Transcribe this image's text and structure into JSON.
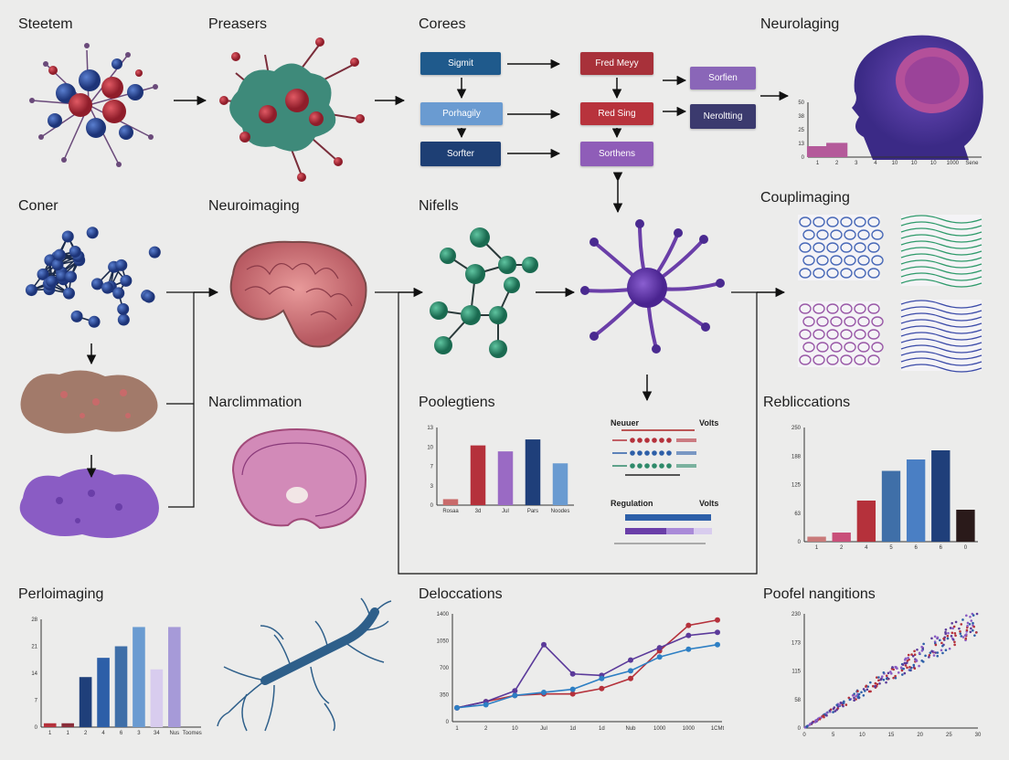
{
  "titles": {
    "t1": "Steetem",
    "t2": "Preasers",
    "t3": "Corees",
    "t4": "Neurolaging",
    "t5": "Coner",
    "t6": "Neuroimaging",
    "t7": "Nifells",
    "t8": "Couplimaging",
    "t9": "Narclimmation",
    "t10": "Poolegtiens",
    "t11": "Rebliccations",
    "t12": "Perloimaging",
    "t13": "Deloccations",
    "t14": "Poofel nangitions"
  },
  "flow_boxes": {
    "b1": "Sigmit",
    "b2": "Porhagily",
    "b3": "Sorfter",
    "b4": "Fred Meyy",
    "b5": "Red Sing",
    "b6": "Sorthens",
    "b7": "Sorfien",
    "b8": "Neroltting"
  },
  "colors": {
    "navy": "#1f3f7a",
    "red": "#b5313b",
    "purple": "#8a5cb0",
    "lightblue": "#6a9bd1",
    "teal": "#2e8a6a",
    "violet": "#5b3a9a"
  },
  "mini_legend": {
    "header_left": "Neuuer",
    "header_right": "Volts",
    "header2_left": "Regulation",
    "header2_right": "Volts"
  },
  "chart_data": [
    {
      "type": "bar",
      "title": "Neurolaging",
      "categories": [
        "1",
        "2",
        "3",
        "4",
        "10",
        "10",
        "10",
        "1000",
        "Sene"
      ],
      "values": [
        10,
        13,
        0,
        0,
        0,
        0,
        0,
        0,
        0
      ],
      "ylim": [
        0,
        50
      ]
    },
    {
      "type": "bar",
      "title": "Poolegtiens",
      "categories": [
        "Rosaa",
        "3d",
        "Jul",
        "Pars",
        "Noodes"
      ],
      "values": [
        1,
        10,
        9,
        11,
        7
      ],
      "ylim": [
        0,
        13
      ]
    },
    {
      "type": "bar",
      "title": "Rebliccations",
      "categories": [
        "1",
        "2",
        "4",
        "5",
        "6",
        "6",
        "0"
      ],
      "values": [
        11,
        20,
        90,
        155,
        180,
        200,
        70
      ],
      "ylim": [
        0,
        250
      ]
    },
    {
      "type": "bar",
      "title": "Perloimaging",
      "categories": [
        "1",
        "1",
        "2",
        "4",
        "6",
        "3",
        "34",
        "Nus",
        "Toomes"
      ],
      "values": [
        1,
        1,
        13,
        18,
        21,
        26,
        15,
        26,
        0
      ],
      "ylim": [
        0,
        28
      ]
    },
    {
      "type": "line",
      "title": "Deloccations",
      "x": [
        "1",
        "2",
        "10",
        "Jul",
        "1d",
        "1d",
        "Nub",
        "1000",
        "1000",
        "1CMt"
      ],
      "series": [
        {
          "values": [
            180,
            260,
            340,
            360,
            360,
            430,
            560,
            920,
            1250,
            1320
          ]
        },
        {
          "values": [
            180,
            260,
            400,
            1000,
            620,
            600,
            800,
            960,
            1120,
            1160
          ]
        },
        {
          "values": [
            180,
            220,
            340,
            380,
            420,
            560,
            660,
            840,
            940,
            1000
          ]
        }
      ],
      "ylim": [
        0,
        1400
      ]
    },
    {
      "type": "scatter",
      "title": "Poofel nangitions",
      "xlim": [
        0,
        30
      ],
      "ylim": [
        0,
        230
      ],
      "trend": "positive linear"
    }
  ]
}
